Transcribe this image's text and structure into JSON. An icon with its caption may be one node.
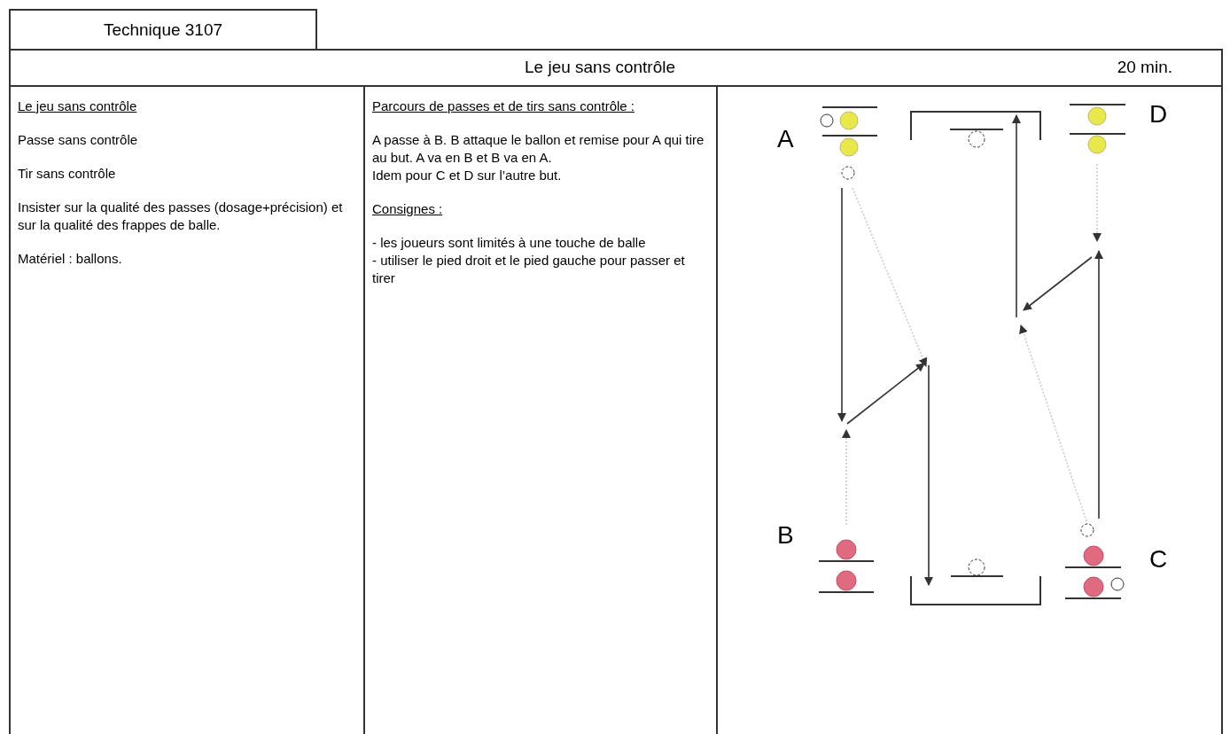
{
  "diagram": {
    "title": "Technique 3107",
    "nodes": [
      {
        "text": [
          "Le jeu sans contrôle",
          "20 min."
        ]
      },
      {
        "text": [
          "Le jeu sans contrôle",
          "Passe sans contrôle",
          "Tir sans contrôle",
          "Insister sur la qualité des passes (dosage+précision) et sur la qualité des frappes de balle.",
          "Matériel : ballons."
        ]
      },
      {
        "text": [
          "Parcours de passes et de tirs sans contrôle :",
          "A passe à B. B attaque le ballon et remise pour A qui tire au but. A va en B et B va en A.",
          "Idem pour C et D sur l’autre but.",
          "Consignes :",
          "- les joueurs sont limités à une touche de balle",
          "- utiliser le pied droit et le pied gauche pour passer et tirer"
        ]
      }
    ],
    "labels": [
      "A",
      "D",
      "B",
      "C"
    ]
  }
}
